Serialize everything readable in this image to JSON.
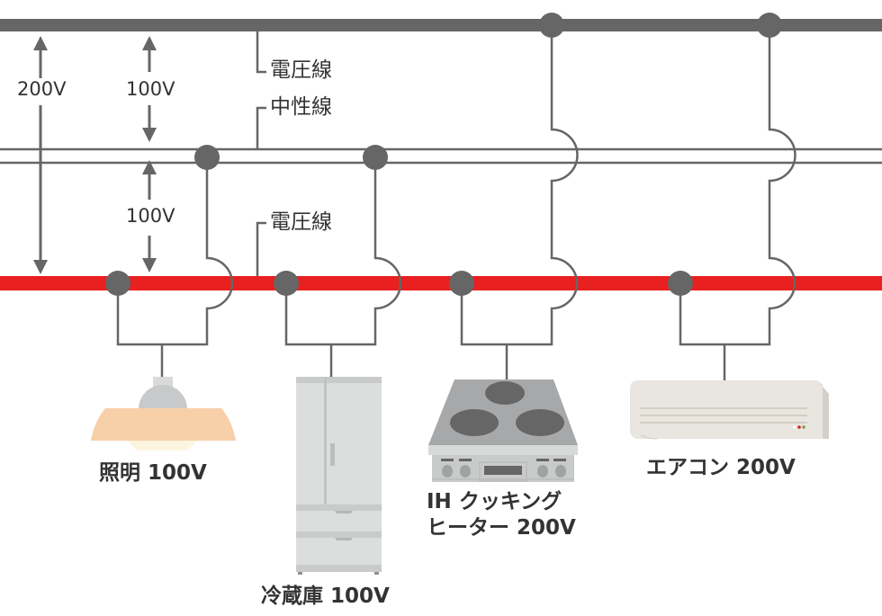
{
  "diagram": {
    "title": "単相3線式 配線図",
    "colors": {
      "wire": "#666666",
      "red_wire": "#e8201f",
      "text": "#333333"
    },
    "wires": {
      "top_label": "電圧線",
      "neutral_label": "中性線",
      "bottom_label": "電圧線"
    },
    "voltages": {
      "full_span": "200V",
      "upper_span": "100V",
      "lower_span": "100V"
    },
    "appliances": [
      {
        "id": "lamp",
        "name": "照明",
        "voltage": "100V",
        "label": "照明 100V",
        "connects": [
          "neutral",
          "red"
        ]
      },
      {
        "id": "fridge",
        "name": "冷蔵庫",
        "voltage": "100V",
        "label": "冷蔵庫 100V",
        "connects": [
          "neutral",
          "red"
        ]
      },
      {
        "id": "ih",
        "name": "IH クッキングヒーター",
        "voltage": "200V",
        "label_line1": "IH クッキング",
        "label_line2": "ヒーター 200V",
        "connects": [
          "top",
          "red"
        ]
      },
      {
        "id": "ac",
        "name": "エアコン",
        "voltage": "200V",
        "label": "エアコン 200V",
        "connects": [
          "top",
          "red"
        ]
      }
    ]
  }
}
